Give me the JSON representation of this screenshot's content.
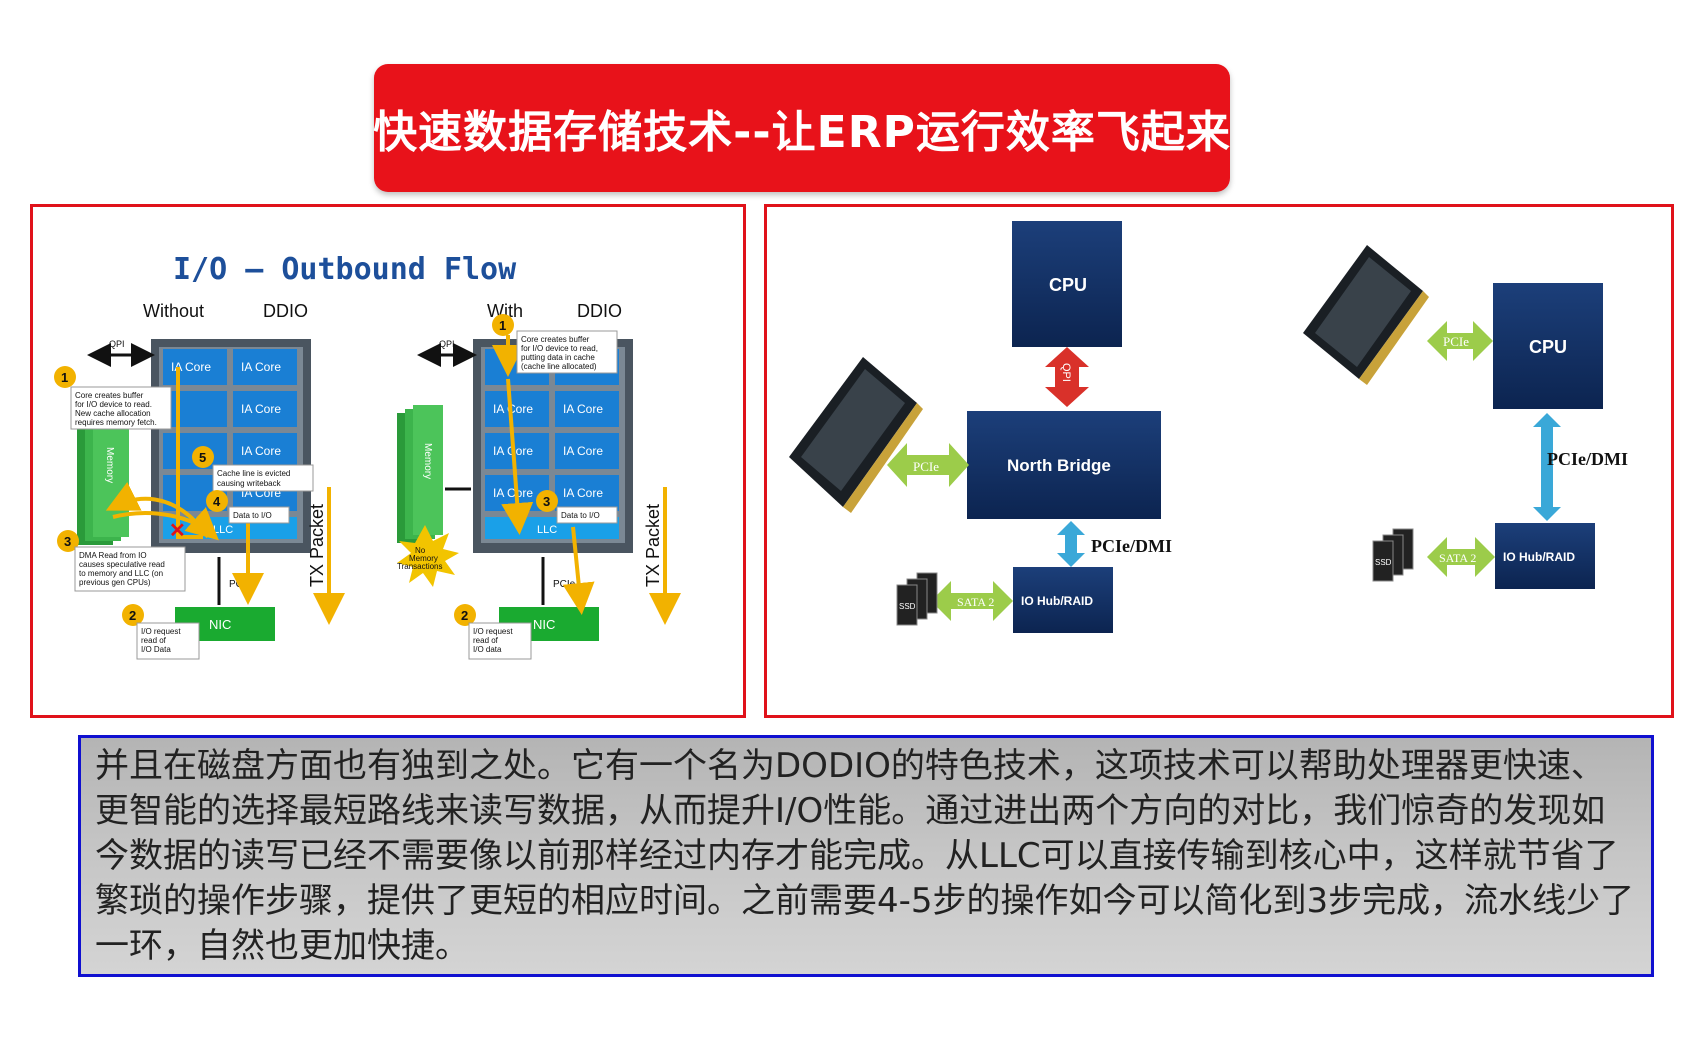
{
  "banner": {
    "title": "快速数据存储技术--让ERP运行效率飞起来"
  },
  "left_diagram": {
    "title": "I/O – Outbound Flow",
    "without_label": "Without",
    "with_label": "With",
    "ddio_label": "DDIO",
    "core_label": "IA Core",
    "qpi_label": "QPI",
    "memory_label": "Memory",
    "llc_label": "LLC",
    "pcie_label": "PCIe",
    "nic_label": "NIC",
    "tx_packet_label": "TX Packet",
    "step_numbers": [
      "1",
      "2",
      "3",
      "4",
      "5"
    ],
    "without_notes": {
      "step1_line1": "Core creates buffer",
      "step1_line2": "for I/O device to read.",
      "step1_line3": "New cache allocation",
      "step1_line4": "requires memory fetch.",
      "step5_line1": "Cache line is evicted",
      "step5_line2": "causing writeback",
      "step4": "Data to I/O",
      "step3_line1": "DMA Read from IO",
      "step3_line2": "causes speculative read",
      "step3_line3": "to memory and LLC (on",
      "step3_line4": "previous gen CPUs)",
      "step2_line1": "I/O request",
      "step2_line2": "read of",
      "step2_line3": "I/O Data"
    },
    "with_notes": {
      "step1_line1": "Core creates buffer",
      "step1_line2": "for I/O device to read,",
      "step1_line3": "putting data in cache",
      "step1_line4": "(cache line allocated)",
      "step3": "Data to I/O",
      "no_mem_line1": "No",
      "no_mem_line2": "Memory",
      "no_mem_line3": "Transactions",
      "step2_line1": "I/O request",
      "step2_line2": "read of",
      "step2_line3": "I/O data"
    }
  },
  "right_diagram": {
    "cpu_label": "CPU",
    "qpi_label": "QPI",
    "north_bridge_label": "North Bridge",
    "pcie_label": "PCIe",
    "pcie_dmi_label": "PCIe/DMI",
    "sata_label": "SATA 2",
    "io_hub_label": "IO Hub/RAID",
    "ssd_label": "SSD"
  },
  "description": "并且在磁盘方面也有独到之处。它有一个名为DODIO的特色技术，这项技术可以帮助处理器更快速、更智能的选择最短路线来读写数据，从而提升I/O性能。通过进出两个方向的对比，我们惊奇的发现如今数据的读写已经不需要像以前那样经过内存才能完成。从LLC可以直接传输到核心中，这样就节省了繁琐的操作步骤，提供了更短的相应时间。之前需要4-5步的操作如今可以简化到3步完成，流水线少了一环，自然也更加快捷。",
  "colors": {
    "banner_red": "#e8121a",
    "panel_border": "#e0121a",
    "textbox_border": "#1010d0",
    "chip_navy": "#0f2a5a",
    "core_blue": "#1a7fd4",
    "nic_green": "#1aaa30",
    "flow_yellow": "#f2b200"
  }
}
